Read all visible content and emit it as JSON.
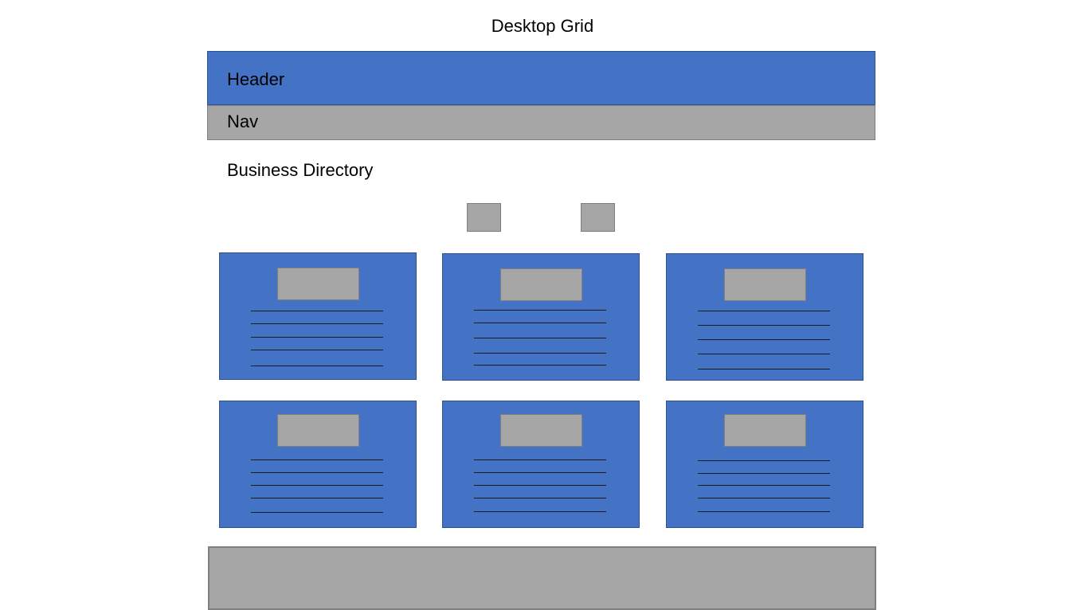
{
  "diagram": {
    "title": "Desktop Grid",
    "header": {
      "label": "Header"
    },
    "nav": {
      "label": "Nav"
    },
    "main": {
      "section_title": "Business Directory"
    },
    "filter_buttons": 2,
    "cards": {
      "count": 6,
      "lines_per_card": 5
    }
  },
  "colors": {
    "header_fill": "#4472c4",
    "card_fill": "#4472c4",
    "nav_fill": "#a6a6a6",
    "placeholder_fill": "#a6a6a6",
    "border_gray": "#7f7f7f"
  }
}
